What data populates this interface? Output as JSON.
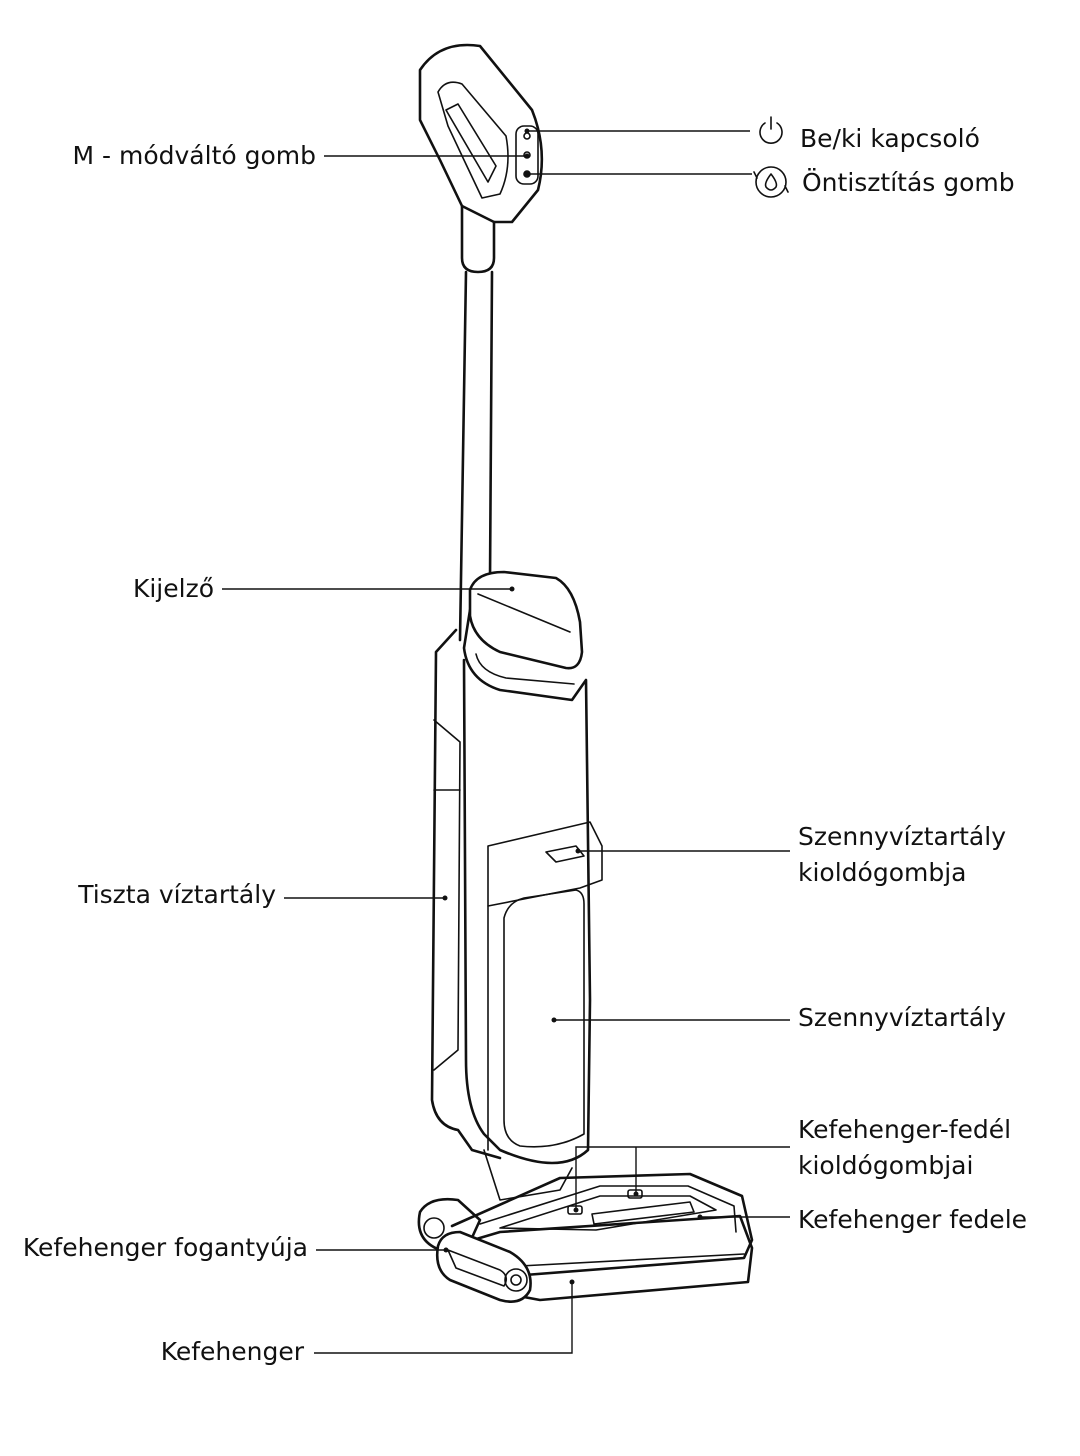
{
  "labels": {
    "mode_button": "M - módváltó gomb",
    "power_switch": "Be/ki kapcsoló",
    "self_clean_button": "Öntisztítás gomb",
    "display": "Kijelző",
    "clean_water_tank": "Tiszta víztartály",
    "dirty_tank_release": [
      "Szennyvíztartály",
      "kioldógombja"
    ],
    "dirty_water_tank": "Szennyvíztartály",
    "brush_cover_release": [
      "Kefehenger-fedél",
      "kioldógombjai"
    ],
    "brush_cover": "Kefehenger fedele",
    "brush_handle": "Kefehenger fogantyúja",
    "brush_roller": "Kefehenger"
  },
  "icons": {
    "power": "power-icon",
    "self_clean": "self-clean-icon"
  },
  "colors": {
    "line": "#111111",
    "background": "#ffffff"
  }
}
